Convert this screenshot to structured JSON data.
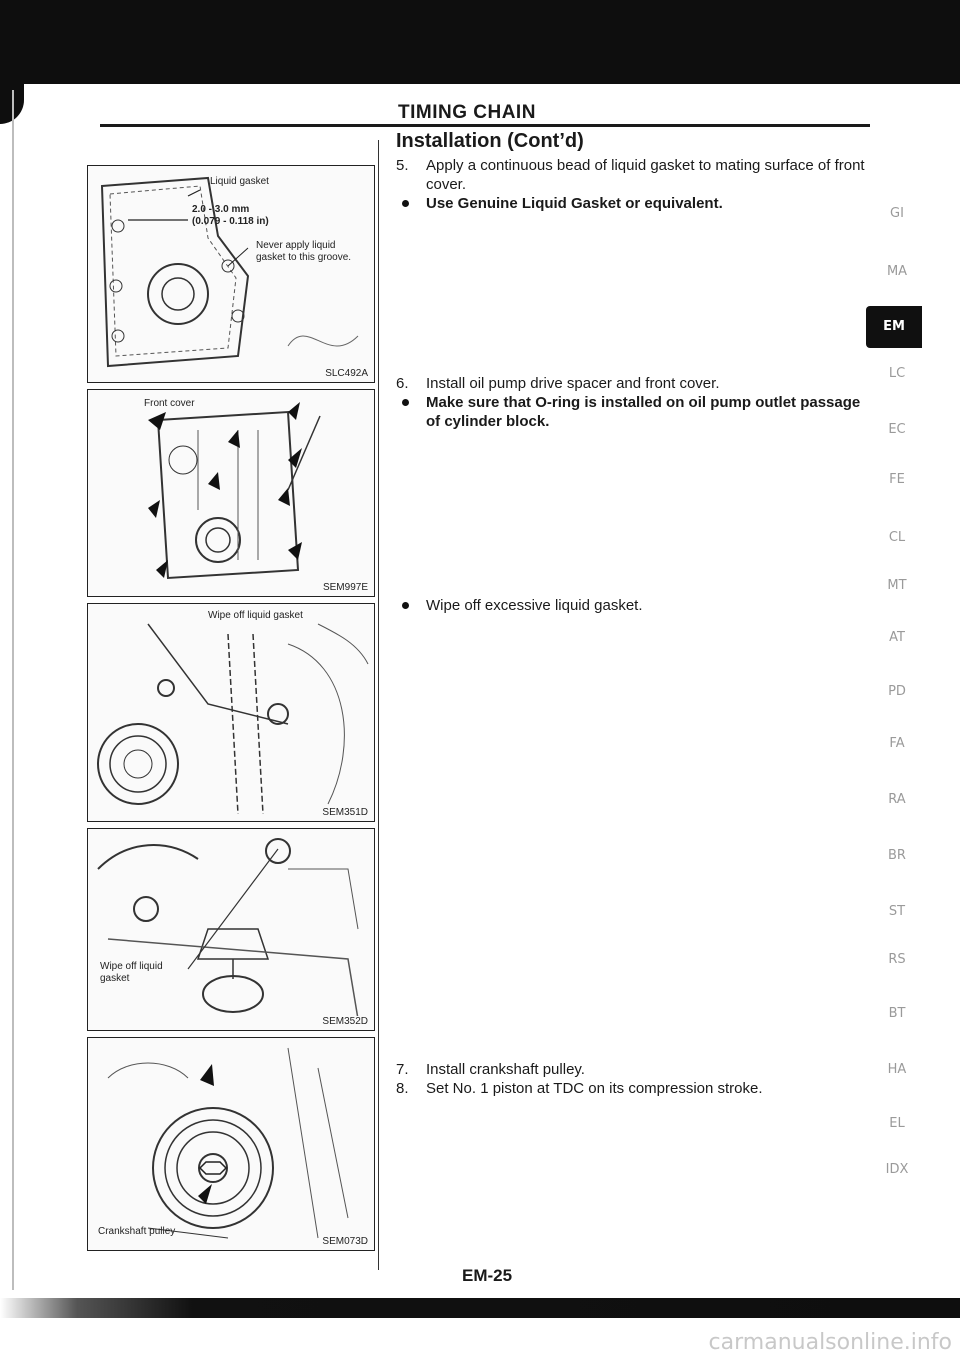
{
  "header": {
    "section_title": "TIMING CHAIN",
    "subtitle": "Installation (Cont’d)"
  },
  "figures": {
    "fig1": {
      "code": "SLC492A",
      "liquid_gasket": "Liquid gasket",
      "dimension_mm": "2.0 - 3.0 mm",
      "dimension_in": "(0.079 - 0.118 in)",
      "never_apply": "Never apply liquid gasket to this groove."
    },
    "fig2": {
      "code": "SEM997E",
      "front_cover": "Front cover"
    },
    "fig3": {
      "code": "SEM351D",
      "wipe_off": "Wipe off liquid gasket"
    },
    "fig4": {
      "code": "SEM352D",
      "wipe_off": "Wipe off liquid gasket"
    },
    "fig5": {
      "code": "SEM073D",
      "crankshaft_pulley": "Crankshaft pulley"
    }
  },
  "steps": {
    "step5": {
      "number": "5.",
      "text": "Apply a continuous bead of liquid gasket to mating surface of front cover.",
      "bullet": "Use Genuine Liquid Gasket or equivalent."
    },
    "step6": {
      "number": "6.",
      "text": "Install oil pump drive spacer and front cover.",
      "bullet": "Make sure that O-ring is installed on oil pump outlet passage of cylinder block."
    },
    "wipe": {
      "bullet": "Wipe off excessive liquid gasket."
    },
    "step7": {
      "number": "7.",
      "text": "Install crankshaft pulley."
    },
    "step8": {
      "number": "8.",
      "text": "Set No. 1 piston at TDC on its compression stroke."
    }
  },
  "side_tabs": [
    "GI",
    "MA",
    "EM",
    "LC",
    "EC",
    "FE",
    "CL",
    "MT",
    "AT",
    "PD",
    "FA",
    "RA",
    "BR",
    "ST",
    "RS",
    "BT",
    "HA",
    "EL",
    "IDX"
  ],
  "active_tab": "EM",
  "footer": {
    "page_number": "EM-25",
    "watermark": "carmanualsonline.info"
  }
}
